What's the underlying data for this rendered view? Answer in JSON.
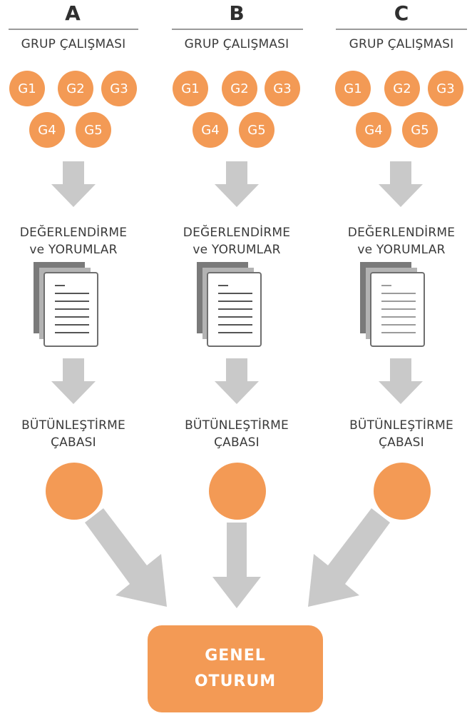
{
  "columns": [
    {
      "letter": "A",
      "group_label": "GRUP ÇALIŞMASI",
      "groups": [
        "G1",
        "G2",
        "G3",
        "G4",
        "G5"
      ],
      "eval_label_1": "DEĞERLENDİRME",
      "eval_label_2": "ve YORUMLAR",
      "integ_label_1": "BÜTÜNLEŞTİRME",
      "integ_label_2": "ÇABASI"
    },
    {
      "letter": "B",
      "group_label": "GRUP ÇALIŞMASI",
      "groups": [
        "G1",
        "G2",
        "G3",
        "G4",
        "G5"
      ],
      "eval_label_1": "DEĞERLENDİRME",
      "eval_label_2": "ve YORUMLAR",
      "integ_label_1": "BÜTÜNLEŞTİRME",
      "integ_label_2": "ÇABASI"
    },
    {
      "letter": "C",
      "group_label": "GRUP ÇALIŞMASI",
      "groups": [
        "G1",
        "G2",
        "G3",
        "G4",
        "G5"
      ],
      "eval_label_1": "DEĞERLENDİRME",
      "eval_label_2": "ve YORUMLAR",
      "integ_label_1": "BÜTÜNLEŞTİRME",
      "integ_label_2": "ÇABASI"
    }
  ],
  "final": {
    "line1": "GENEL",
    "line2": "OTURUM"
  },
  "colors": {
    "accent": "#f39a55",
    "arrow": "#c9c9c9",
    "doc_dark": "#7a7a7a",
    "doc_mid": "#b3b3b3"
  },
  "icons": {
    "document": "document-stack-icon",
    "arrow": "down-arrow-icon"
  }
}
